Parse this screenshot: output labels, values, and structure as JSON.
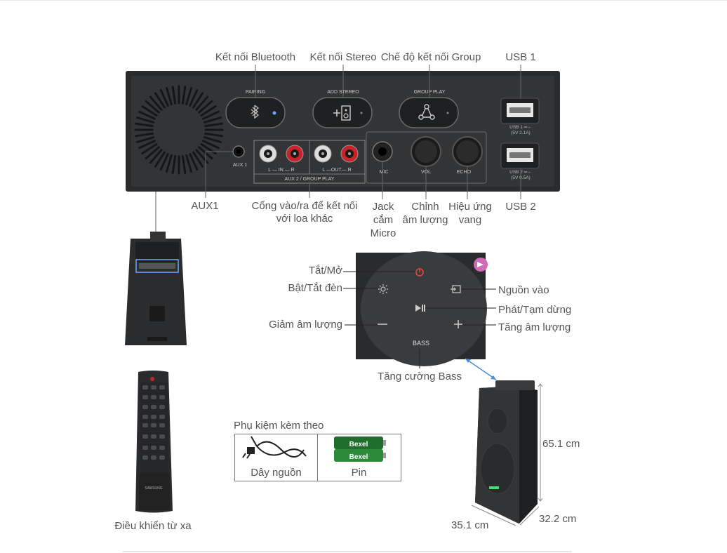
{
  "panel": {
    "pairing": "PAIRING",
    "add_stereo": "ADD STEREO",
    "group_play": "GROUP PLAY",
    "aux1_small": "AUX 1",
    "in_label": "L — IN — R",
    "out_label": "L —OUT— R",
    "aux2_label": "AUX 2 / GROUP PLAY",
    "mic": "MIC",
    "vol": "VOL",
    "echo": "ECHO",
    "usb1_small_1": "USB 1 ═←",
    "usb1_small_2": "(5V 2.1A)",
    "usb2_small_1": "USB 2 ═←",
    "usb2_small_2": "(5V 0.5A)"
  },
  "top_labels": {
    "bluetooth": "Kết nối Bluetooth",
    "stereo": "Kết nối Stereo",
    "group": "Chế độ kết nối Group",
    "usb1": "USB 1"
  },
  "bottom_labels": {
    "aux1": "AUX1",
    "ports_line1": "Cổng vào/ra để kết nối",
    "ports_line2": "với loa khác",
    "mic_line1": "Jack",
    "mic_line2": "cắm",
    "mic_line3": "Micro",
    "vol_line1": "Chỉnh",
    "vol_line2": "âm lượng",
    "echo_line1": "Hiệu ứng",
    "echo_line2": "vang",
    "usb2": "USB 2"
  },
  "top_controls": {
    "power": "Tắt/Mở",
    "light": "Bật/Tắt đèn",
    "volume_down": "Giảm âm lượng",
    "source": "Nguồn vào",
    "play_pause": "Phát/Tạm dừng",
    "volume_up": "Tăng âm lượng",
    "bass": "Tăng cường Bass",
    "bass_small": "BASS"
  },
  "accessories": {
    "title": "Phụ kiệm kèm theo",
    "power_cord": "Dây nguồn",
    "battery": "Pin",
    "battery_brand": "Bexel"
  },
  "remote": {
    "caption": "Điều khiển từ xa",
    "brand": "SAMSUNG"
  },
  "dimensions": {
    "height": "65.1 cm",
    "depth": "32.2 cm",
    "width": "35.1 cm"
  }
}
